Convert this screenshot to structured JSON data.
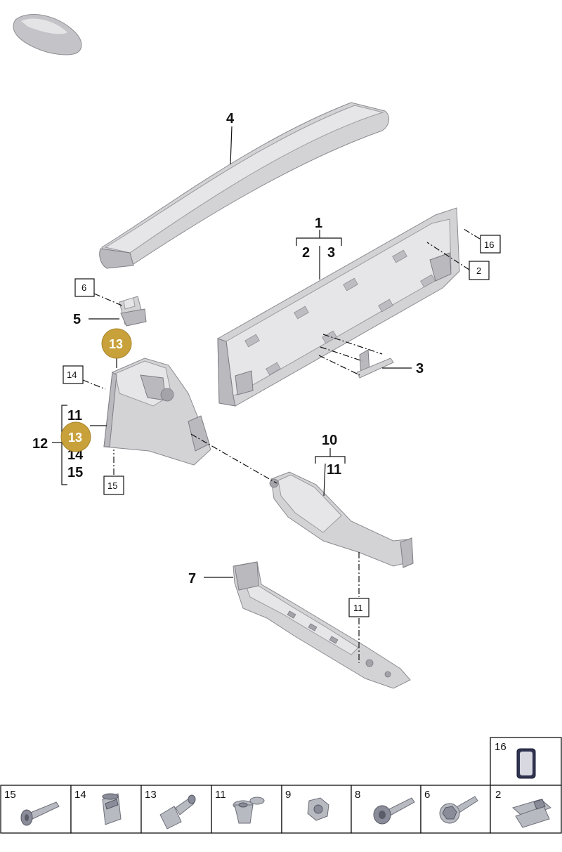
{
  "diagram": {
    "callouts": {
      "part_4": "4",
      "part_1": "1",
      "part_2": "2",
      "part_3": "3",
      "part_3_side": "3",
      "part_5": "5",
      "part_7": "7",
      "part_10": "10",
      "part_11": "11",
      "part_12": "12",
      "part_11_group": "11",
      "part_14_group": "14",
      "part_15_group": "15"
    },
    "boxed_refs": {
      "box_16": "16",
      "box_2": "2",
      "box_6": "6",
      "box_14": "14",
      "box_15": "15",
      "box_11": "11"
    },
    "badges": {
      "badge_upper": "13",
      "badge_lower": "13"
    }
  },
  "legend": {
    "cells": [
      {
        "num": "15",
        "icon": "screw-icon"
      },
      {
        "num": "14",
        "icon": "clip-sleeve-icon"
      },
      {
        "num": "13",
        "icon": "push-rivet-icon"
      },
      {
        "num": "11",
        "icon": "plastic-nut-icon"
      },
      {
        "num": "9",
        "icon": "hex-nut-icon"
      },
      {
        "num": "8",
        "icon": "flange-bolt-icon"
      },
      {
        "num": "6",
        "icon": "hex-bolt-icon"
      },
      {
        "num": "2",
        "icon": "spring-clip-icon"
      }
    ],
    "top_cell": {
      "num": "16",
      "icon": "pad-icon"
    }
  },
  "colors": {
    "badge_gold": "#c9a13b",
    "part_gray": "#d3d3d6",
    "line": "#111111"
  }
}
